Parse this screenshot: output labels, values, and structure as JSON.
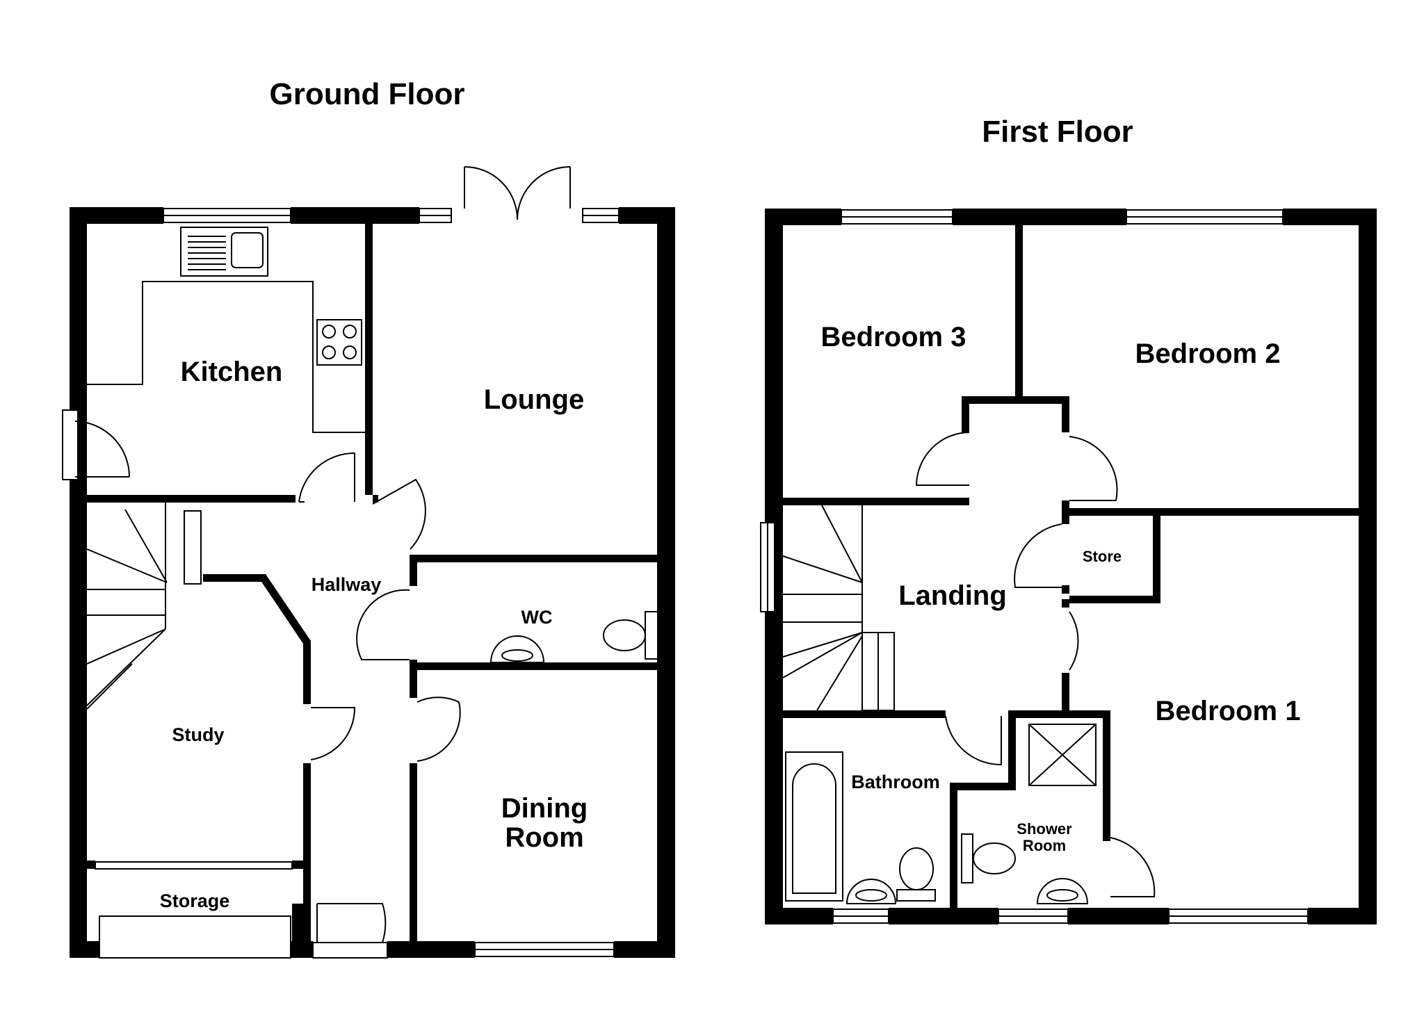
{
  "titles": {
    "ground": "Ground Floor",
    "first": "First Floor"
  },
  "ground_floor": {
    "kitchen": "Kitchen",
    "lounge": "Lounge",
    "hallway": "Hallway",
    "wc": "WC",
    "study": "Study",
    "dining_line1": "Dining",
    "dining_line2": "Room",
    "storage": "Storage"
  },
  "first_floor": {
    "bedroom3": "Bedroom 3",
    "bedroom2": "Bedroom 2",
    "store": "Store",
    "landing": "Landing",
    "bedroom1": "Bedroom 1",
    "bathroom": "Bathroom",
    "shower_line1": "Shower",
    "shower_line2": "Room"
  },
  "colors": {
    "wall": "#000000",
    "background": "#ffffff"
  }
}
